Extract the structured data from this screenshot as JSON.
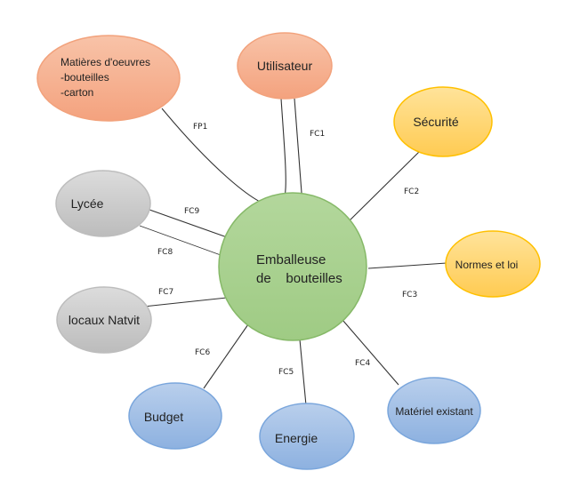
{
  "center": {
    "line1": "Emballeuse",
    "line2": "de    bouteilles"
  },
  "nodes": {
    "matieres": {
      "line1": "Matières d'oeuvres",
      "line2": "-bouteilles",
      "line3": "-carton"
    },
    "utilisateur": "Utilisateur",
    "securite": "Sécurité",
    "lycee": "Lycée",
    "normes": "Normes et loi",
    "locaux": "locaux Natvit",
    "budget": "Budget",
    "energie": "Energie",
    "materiel": "Matériel existant"
  },
  "functions": {
    "fp1": "FP1",
    "fc1": "FC1",
    "fc2": "FC2",
    "fc3": "FC3",
    "fc4": "FC4",
    "fc5": "FC5",
    "fc6": "FC6",
    "fc7": "FC7",
    "fc8": "FC8",
    "fc9": "FC9"
  },
  "colors": {
    "center": "#a9d18e",
    "orange": "#f4b183",
    "yellow": "#ffd966",
    "grey": "#c9c9c9",
    "blue": "#9dc3e6"
  }
}
